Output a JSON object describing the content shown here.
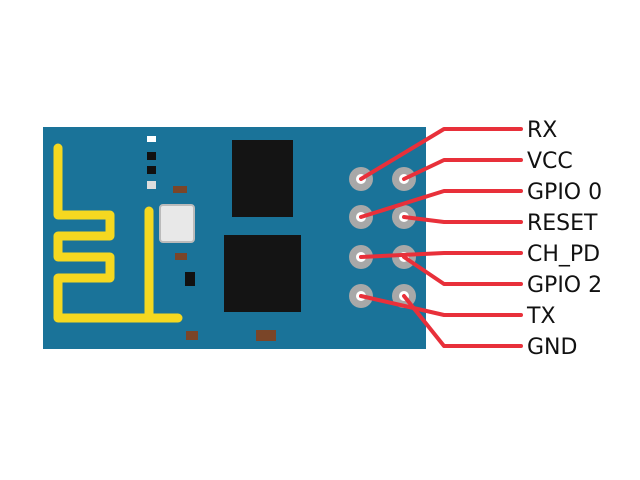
{
  "board": {
    "pcb_color": "#1a7399",
    "antenna_color": "#f5d820",
    "chip_color": "#141414",
    "pin_ring_color": "#a8a8a8",
    "pin_hole_color": "#ffffff",
    "leader_color": "#e8303a"
  },
  "pins": [
    {
      "label": "RX"
    },
    {
      "label": "VCC"
    },
    {
      "label": "GPIO 0"
    },
    {
      "label": "RESET"
    },
    {
      "label": "CH_PD"
    },
    {
      "label": "GPIO 2"
    },
    {
      "label": "TX"
    },
    {
      "label": "GND"
    }
  ]
}
